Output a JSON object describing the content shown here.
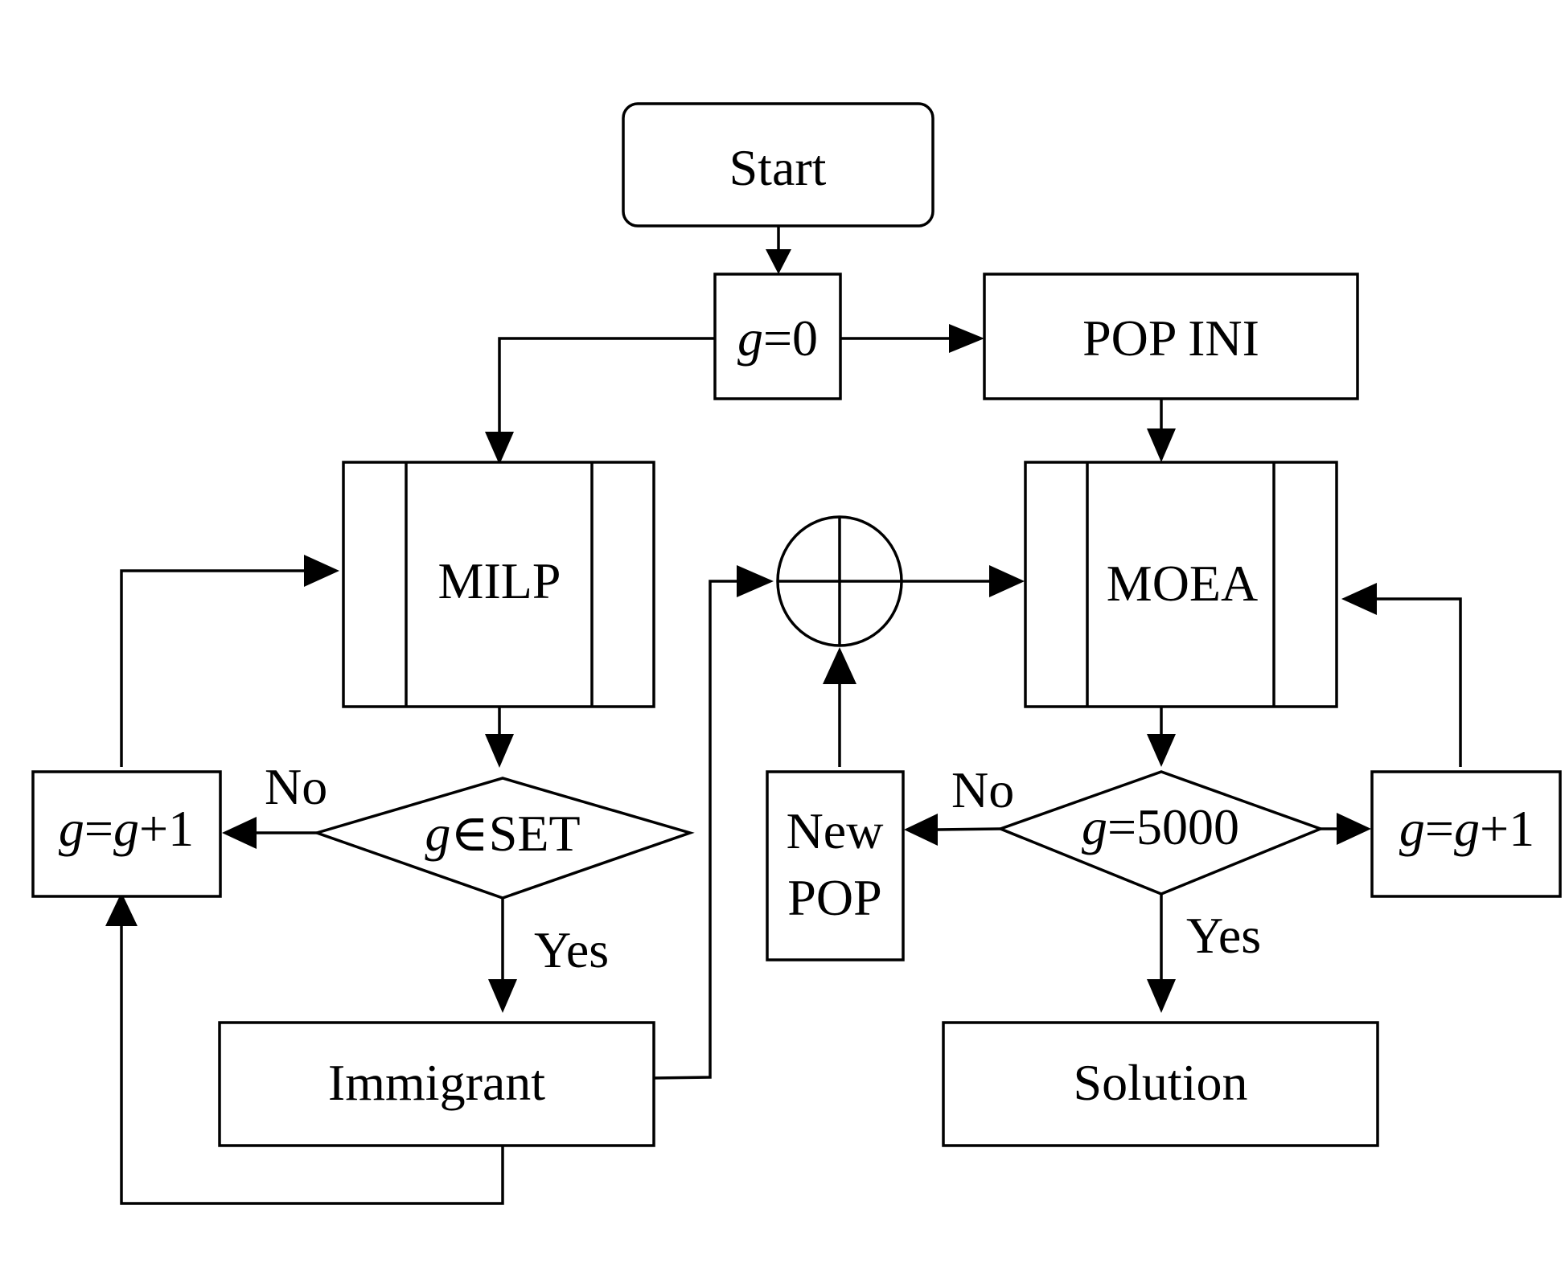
{
  "nodes": {
    "start": {
      "label": "Start",
      "shape": "rounded-rect"
    },
    "g_init": {
      "var": "g",
      "rest": "=0",
      "shape": "rect"
    },
    "pop_ini": {
      "label": "POP INI",
      "shape": "rect"
    },
    "milp": {
      "label": "MILP",
      "shape": "predefined-process"
    },
    "moea": {
      "label": "MOEA",
      "shape": "predefined-process"
    },
    "merge": {
      "label": "",
      "shape": "summing-junction"
    },
    "g_inc_left": {
      "var1": "g",
      "eq": "=",
      "var2": "g",
      "rest": "+1",
      "shape": "rect"
    },
    "decision_set": {
      "var": "g",
      "rest": "∈SET",
      "shape": "diamond"
    },
    "immigrant": {
      "label": "Immigrant",
      "shape": "rect"
    },
    "new_pop": {
      "line1": "New",
      "line2": "POP",
      "shape": "rect"
    },
    "decision_5000": {
      "var": "g",
      "rest": "=5000",
      "shape": "diamond"
    },
    "g_inc_right": {
      "var1": "g",
      "eq": "=",
      "var2": "g",
      "rest": "+1",
      "shape": "rect"
    },
    "solution": {
      "label": "Solution",
      "shape": "rect"
    }
  },
  "edge_labels": {
    "set_no": "No",
    "set_yes": "Yes",
    "gen_no": "No",
    "gen_yes": "Yes"
  },
  "edges": [
    {
      "from": "start",
      "to": "g_init"
    },
    {
      "from": "g_init",
      "to": "pop_ini"
    },
    {
      "from": "g_init",
      "to": "milp"
    },
    {
      "from": "pop_ini",
      "to": "moea"
    },
    {
      "from": "milp",
      "to": "decision_set"
    },
    {
      "from": "decision_set",
      "to": "g_inc_left",
      "label": "No"
    },
    {
      "from": "decision_set",
      "to": "immigrant",
      "label": "Yes"
    },
    {
      "from": "g_inc_left",
      "to": "milp"
    },
    {
      "from": "immigrant",
      "to": "g_inc_left"
    },
    {
      "from": "immigrant",
      "to": "merge"
    },
    {
      "from": "merge",
      "to": "moea"
    },
    {
      "from": "new_pop",
      "to": "merge"
    },
    {
      "from": "moea",
      "to": "decision_5000"
    },
    {
      "from": "decision_5000",
      "to": "new_pop",
      "label": "No"
    },
    {
      "from": "decision_5000",
      "to": "g_inc_right"
    },
    {
      "from": "decision_5000",
      "to": "solution",
      "label": "Yes"
    },
    {
      "from": "g_inc_right",
      "to": "moea"
    }
  ]
}
